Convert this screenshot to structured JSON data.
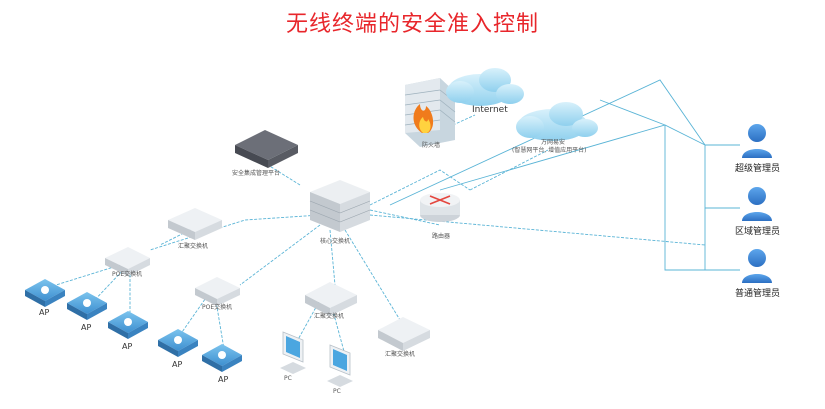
{
  "title": "无线终端的安全准入控制",
  "labels": {
    "internet": "Internet",
    "firewall": "防火墙",
    "cloud2_line1": "万网易安",
    "cloud2_line2": "(智慧网平台, 增值应用平台)",
    "mgmt_platform": "安全集成管理平台",
    "core_switch": "核心交换机",
    "router": "路由器",
    "agg_switch": "汇聚交换机",
    "poe_switch_1": "POE交换机",
    "poe_switch_2": "POE交换机",
    "access_switch_1": "汇聚交换机",
    "access_switch_2": "汇聚交换机",
    "ap": "AP",
    "pc": "PC"
  },
  "admins": {
    "super": "超级管理员",
    "region": "区域管理员",
    "normal": "普通管理员"
  },
  "colors": {
    "title": "#e8262b",
    "line": "#5ab4d6",
    "admin": "#3b7fd6",
    "ap": "#4a9fd8"
  }
}
